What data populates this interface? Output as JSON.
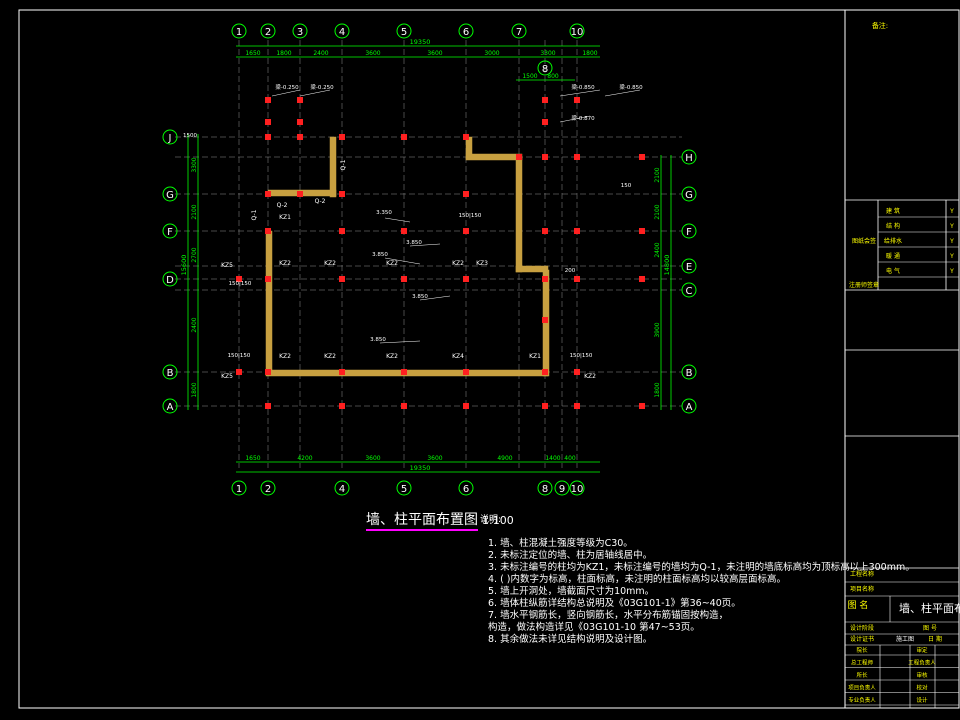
{
  "drawing": {
    "title": "墙、柱平面布置图",
    "scale": "1:100",
    "notes_label": "说明:",
    "notes": [
      "1. 墙、柱混凝土强度等级为C30。",
      "2. 未标注定位的墙、柱为居轴线居中。",
      "3. 未标注编号的柱均为KZ1，未标注编号的墙均为Q-1，未注明的墙底标高均为顶标高以上300mm。",
      "4. (    )内数字为标高，柱面标高，未注明的柱面标高均以较高层面标高。",
      "5. 墙上开洞处，墙截面尺寸为10mm。",
      "6. 墙体柱纵筋详结构总说明及《03G101-1》第36~40页。",
      "7. 墙水平钢筋长，竖向钢筋长，水平分布筋锚固按构造，",
      "   构造，做法构造详见《03G101-10 第47~53页。",
      "8. 其余做法未详见结构说明及设计图。"
    ]
  },
  "axes": {
    "top_labels": [
      "1",
      "2",
      "3",
      "4",
      "5",
      "6",
      "7",
      "10"
    ],
    "bottom_labels": [
      "1",
      "2",
      "4",
      "5",
      "6",
      "8",
      "9",
      "10"
    ],
    "left_labels": [
      "J",
      "G",
      "F",
      "D",
      "B",
      "A"
    ],
    "right_labels": [
      "H",
      "G",
      "F",
      "E",
      "C",
      "B",
      "A"
    ],
    "axis8_label": "8",
    "top_total": "19350",
    "bottom_total": "19350",
    "top_dims": [
      "1650",
      "1800",
      "2400",
      "3600",
      "3600",
      "3000",
      "3300",
      "1800"
    ],
    "top_dims_2": [
      "1500",
      "800"
    ],
    "bottom_dims": [
      "1650",
      "4200",
      "3600",
      "3600",
      "4900",
      "1400",
      "400"
    ],
    "left_dims": [
      "3300",
      "2100",
      "2700",
      "2400",
      "1800"
    ],
    "left_total": "15600",
    "right_dims": [
      "2100",
      "2100",
      "2400",
      "3900",
      "1800"
    ],
    "right_total": "14800"
  },
  "labels": {
    "columns": [
      "KZ1",
      "KZ2",
      "KZ2",
      "KZ2",
      "KZ2",
      "KZ2",
      "KZ2",
      "KZ2",
      "KZ4",
      "KZ3",
      "KZ5",
      "KZ5",
      "KZ2",
      "KZ1"
    ],
    "walls": [
      "Q-2",
      "Q-2",
      "Q-1",
      "Q-1"
    ],
    "elevations": [
      "梁-0.250",
      "梁-0.250",
      "梁-0.850",
      "梁-0.850",
      "梁-0.870",
      "3.350",
      "3.850",
      "3.850",
      "3.850",
      "3.850"
    ],
    "annotations": [
      "150|150",
      "150|150",
      "150|150",
      "150|150",
      "200",
      "150",
      "1500"
    ]
  },
  "title_block": {
    "remarks_label": "备注:",
    "disciplines_label": "图纸会签",
    "disciplines": [
      "建 筑",
      "结 构",
      "给排水",
      "暖 通",
      "电 气"
    ],
    "stamp_label": "注册师签章",
    "project_name_label": "工程名称",
    "project_item_label": "项目名称",
    "drawing_name_label": "图 名",
    "drawing_name": "墙、柱平面布",
    "design_stage_label": "设计阶段",
    "design_stage": "施工图",
    "drawing_no_label": "图 号",
    "drawing_no": "",
    "cert_label": "设计证书",
    "date_label": "日 期",
    "roles": [
      "院长",
      "总工程师",
      "所长",
      "审定",
      "工程负责人",
      "项目负责人",
      "专业负责人",
      "审核",
      "校对",
      "设计"
    ]
  },
  "colors": {
    "background": "#000000",
    "axis": "#00ff00",
    "dimension": "#00ff00",
    "wall_fill": "#c8a040",
    "column": "#ff2020",
    "grid_line": "#909090",
    "border": "#ffffff",
    "title_underline": "#ff00ff",
    "yellow": "#ffff00",
    "cyan": "#00ffff"
  }
}
